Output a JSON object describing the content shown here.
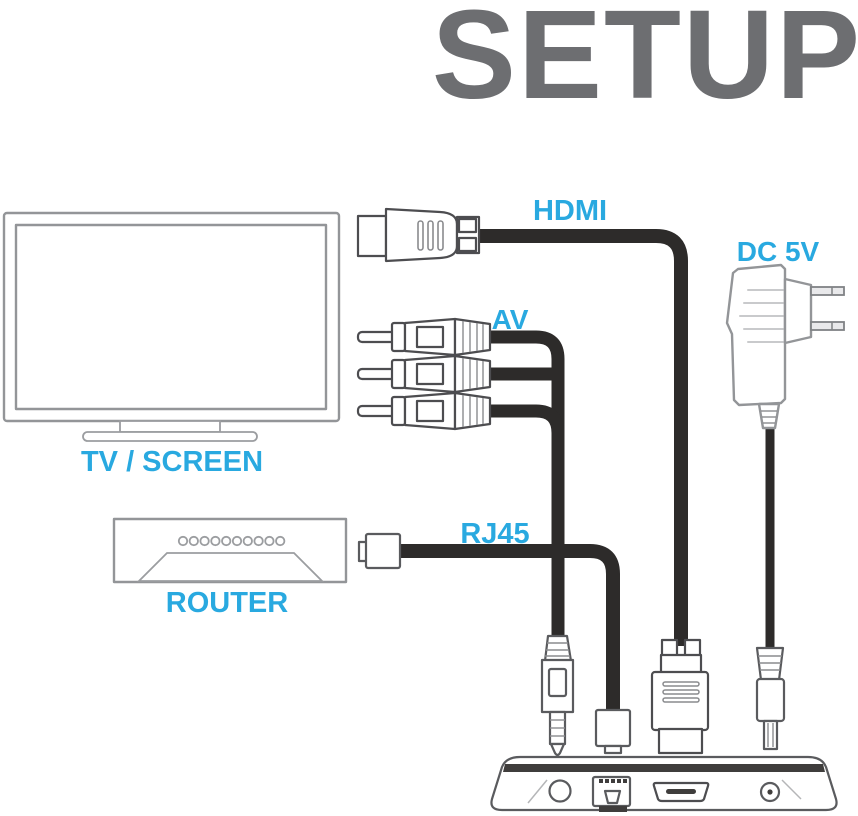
{
  "title": "SETUP",
  "labels": {
    "hdmi": "HDMI",
    "av": "AV",
    "dc_power": "DC 5V",
    "rj45": "RJ45",
    "tv": "TV / SCREEN",
    "router": "ROUTER"
  },
  "colors": {
    "accent": "#29a9e0",
    "title_text": "#6d6e71",
    "outline_light": "#939598",
    "outline_dark": "#4d4d50",
    "cable": "#2d2b2a",
    "background": "#ffffff"
  },
  "diagram": {
    "type": "connection-diagram",
    "devices": [
      {
        "id": "tv",
        "label": "TV / SCREEN"
      },
      {
        "id": "router",
        "label": "ROUTER",
        "led_count": 10
      },
      {
        "id": "power_adapter",
        "label": "DC 5V",
        "prongs": 2
      },
      {
        "id": "set_top_box",
        "rear_ports": [
          "av-jack-port",
          "ethernet-rj45-port",
          "hdmi-port",
          "dc-power-port"
        ]
      }
    ],
    "connections": [
      {
        "cable": "HDMI",
        "from": "tv",
        "to": "set_top_box",
        "plugs": 1
      },
      {
        "cable": "AV",
        "from": "tv",
        "to": "set_top_box",
        "plugs": 3,
        "terminates_in": "3.5mm jack"
      },
      {
        "cable": "RJ45",
        "from": "router",
        "to": "set_top_box",
        "plugs": 1
      },
      {
        "cable": "DC 5V",
        "from": "power_adapter",
        "to": "set_top_box",
        "plugs": 1
      }
    ]
  }
}
